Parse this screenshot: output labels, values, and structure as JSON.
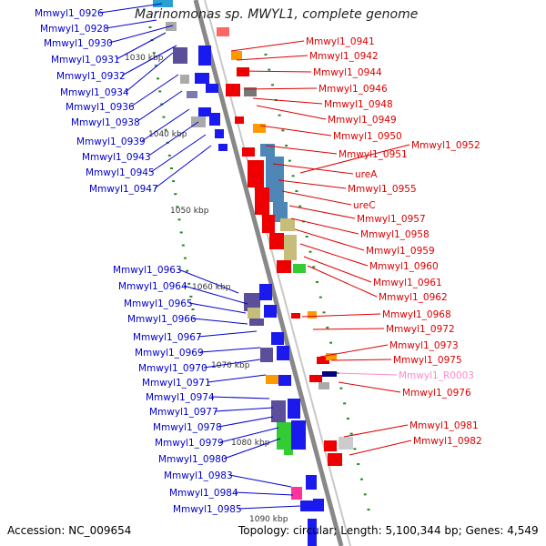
{
  "title": "Marinomonas sp. MWYL1, complete genome",
  "footer": {
    "accession": "Accession: NC_009654",
    "topology": "Topology: circular; Length: 5,100,344 bp; Genes: 4,549"
  },
  "colors": {
    "left_labels": "#0000cc",
    "right_labels": "#dd0000",
    "rna_label": "#ff88cc",
    "backbone": "#888888",
    "ruler_dots": "#228b22"
  },
  "kbp_labels": [
    "1030 kbp",
    "1040 kbp",
    "1050 kbp",
    "1060 kbp",
    "1070 kbp",
    "1080 kbp",
    "1090 kbp"
  ],
  "left_genes": [
    "Mmwyl1_0926",
    "Mmwyl1_0928",
    "Mmwyl1_0930",
    "Mmwyl1_0931",
    "Mmwyl1_0932",
    "Mmwyl1_0934",
    "Mmwyl1_0936",
    "Mmwyl1_0938",
    "Mmwyl1_0939",
    "Mmwyl1_0943",
    "Mmwyl1_0945",
    "Mmwyl1_0947",
    "Mmwyl1_0963",
    "Mmwyl1_0964",
    "Mmwyl1_0965",
    "Mmwyl1_0966",
    "Mmwyl1_0967",
    "Mmwyl1_0969",
    "Mmwyl1_0970",
    "Mmwyl1_0971",
    "Mmwyl1_0974",
    "Mmwyl1_0977",
    "Mmwyl1_0978",
    "Mmwyl1_0979",
    "Mmwyl1_0980",
    "Mmwyl1_0983",
    "Mmwyl1_0984",
    "Mmwyl1_0985"
  ],
  "right_genes": [
    "Mmwyl1_0941",
    "Mmwyl1_0942",
    "Mmwyl1_0944",
    "Mmwyl1_0946",
    "Mmwyl1_0948",
    "Mmwyl1_0949",
    "Mmwyl1_0950",
    "Mmwyl1_0951",
    "Mmwyl1_0952",
    "ureA",
    "Mmwyl1_0955",
    "ureC",
    "Mmwyl1_0957",
    "Mmwyl1_0958",
    "Mmwyl1_0959",
    "Mmwyl1_0960",
    "Mmwyl1_0961",
    "Mmwyl1_0962",
    "Mmwyl1_0968",
    "Mmwyl1_0972",
    "Mmwyl1_0973",
    "Mmwyl1_0975",
    "Mmwyl1_R0003",
    "Mmwyl1_0976",
    "Mmwyl1_0981",
    "Mmwyl1_0982"
  ]
}
